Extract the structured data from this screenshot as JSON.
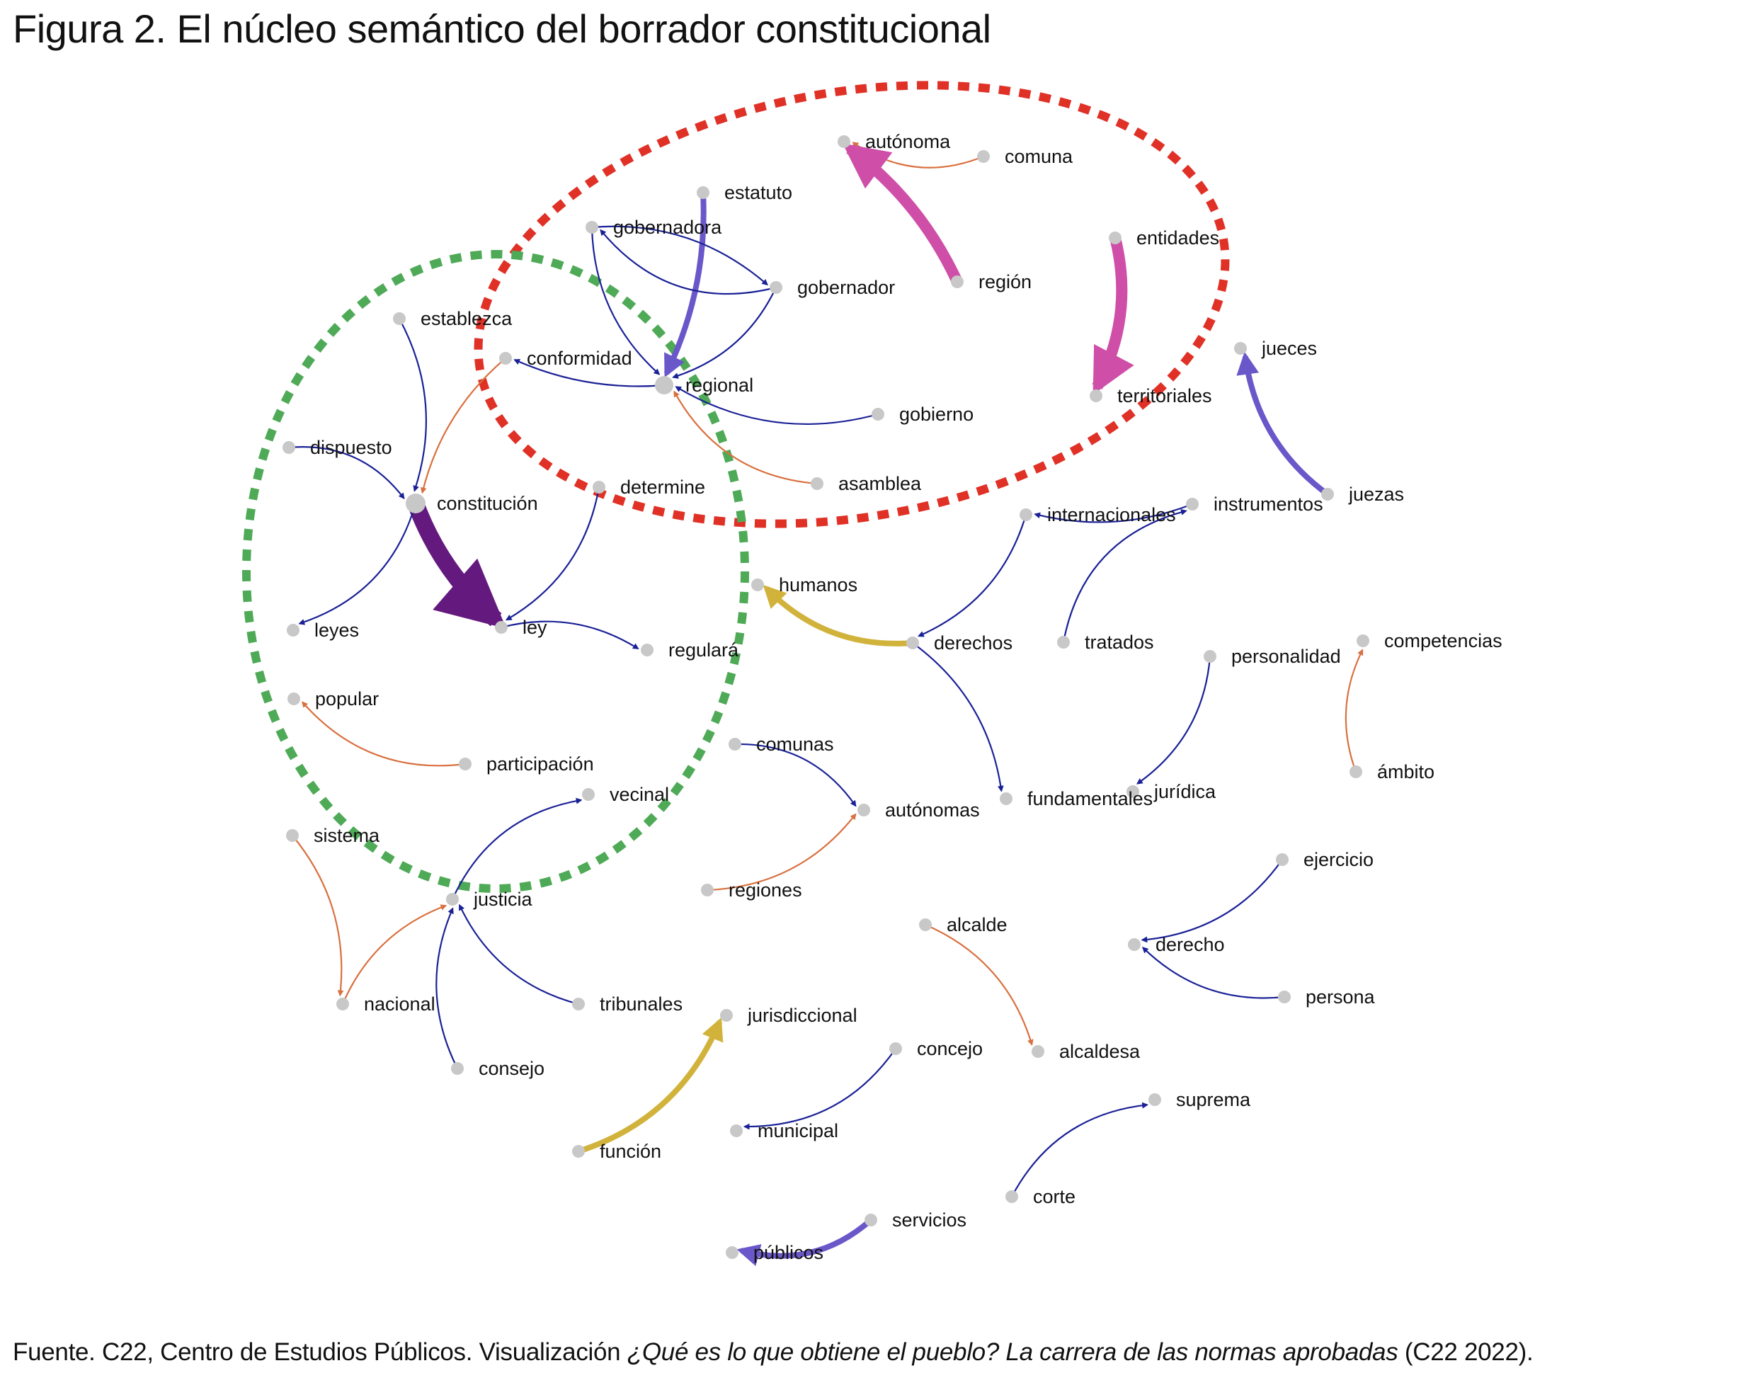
{
  "title": "Figura 2. El núcleo semántico del borrador constitucional",
  "caption": {
    "prefix": "Fuente. C22, Centro de Estudios Públicos. Visualización ",
    "italic": "¿Qué es lo que obtiene el pueblo? La carrera de las normas aprobadas",
    "suffix": " (C22 2022)."
  },
  "colors": {
    "node": "#c8c8c8",
    "navy": "#1a2196",
    "orange": "#d9703f",
    "magenta": "#cf4fa8",
    "purple": "#6a57c9",
    "dark_purple": "#63197e",
    "gold": "#d1b33c",
    "red_cluster": "#e03127",
    "green_cluster": "#4faa57"
  },
  "nodes": [
    {
      "id": "autonoma",
      "label": "autónoma"
    },
    {
      "id": "comuna",
      "label": "comuna"
    },
    {
      "id": "estatuto",
      "label": "estatuto"
    },
    {
      "id": "gobernadora",
      "label": "gobernadora"
    },
    {
      "id": "region",
      "label": "región"
    },
    {
      "id": "entidades",
      "label": "entidades"
    },
    {
      "id": "gobernador",
      "label": "gobernador"
    },
    {
      "id": "establezca",
      "label": "establezca"
    },
    {
      "id": "jueces",
      "label": "jueces"
    },
    {
      "id": "conformidad",
      "label": "conformidad"
    },
    {
      "id": "regional",
      "label": "regional"
    },
    {
      "id": "territoriales",
      "label": "territoriales"
    },
    {
      "id": "gobierno",
      "label": "gobierno"
    },
    {
      "id": "dispuesto",
      "label": "dispuesto"
    },
    {
      "id": "asamblea",
      "label": "asamblea"
    },
    {
      "id": "determine",
      "label": "determine"
    },
    {
      "id": "juezas",
      "label": "juezas"
    },
    {
      "id": "constitucion",
      "label": "constitución"
    },
    {
      "id": "instrumentos",
      "label": "instrumentos"
    },
    {
      "id": "internacionales",
      "label": "internacionales"
    },
    {
      "id": "humanos",
      "label": "humanos"
    },
    {
      "id": "leyes",
      "label": "leyes"
    },
    {
      "id": "ley",
      "label": "ley"
    },
    {
      "id": "derechos",
      "label": "derechos"
    },
    {
      "id": "tratados",
      "label": "tratados"
    },
    {
      "id": "competencias",
      "label": "competencias"
    },
    {
      "id": "regulara",
      "label": "regulará"
    },
    {
      "id": "personalidad",
      "label": "personalidad"
    },
    {
      "id": "popular",
      "label": "popular"
    },
    {
      "id": "comunas",
      "label": "comunas"
    },
    {
      "id": "participacion",
      "label": "participación"
    },
    {
      "id": "ambito",
      "label": "ámbito"
    },
    {
      "id": "juridica",
      "label": "jurídica"
    },
    {
      "id": "vecinal",
      "label": "vecinal"
    },
    {
      "id": "fundamentales",
      "label": "fundamentales"
    },
    {
      "id": "autonomas",
      "label": "autónomas"
    },
    {
      "id": "sistema",
      "label": "sistema"
    },
    {
      "id": "ejercicio",
      "label": "ejercicio"
    },
    {
      "id": "regiones",
      "label": "regiones"
    },
    {
      "id": "justicia",
      "label": "justicia"
    },
    {
      "id": "alcalde",
      "label": "alcalde"
    },
    {
      "id": "derecho",
      "label": "derecho"
    },
    {
      "id": "persona",
      "label": "persona"
    },
    {
      "id": "nacional",
      "label": "nacional"
    },
    {
      "id": "tribunales",
      "label": "tribunales"
    },
    {
      "id": "jurisdiccional",
      "label": "jurisdiccional"
    },
    {
      "id": "concejo",
      "label": "concejo"
    },
    {
      "id": "alcaldesa",
      "label": "alcaldesa"
    },
    {
      "id": "consejo",
      "label": "consejo"
    },
    {
      "id": "suprema",
      "label": "suprema"
    },
    {
      "id": "municipal",
      "label": "municipal"
    },
    {
      "id": "funcion",
      "label": "función"
    },
    {
      "id": "corte",
      "label": "corte"
    },
    {
      "id": "servicios",
      "label": "servicios"
    },
    {
      "id": "publicos",
      "label": "públicos"
    }
  ],
  "edges": [
    {
      "source": "comuna",
      "target": "autonoma",
      "color": "orange",
      "weight": 1
    },
    {
      "source": "region",
      "target": "autonoma",
      "color": "magenta",
      "weight": 4
    },
    {
      "source": "entidades",
      "target": "territoriales",
      "color": "magenta",
      "weight": 4
    },
    {
      "source": "estatuto",
      "target": "regional",
      "color": "purple",
      "weight": 2
    },
    {
      "source": "gobernadora",
      "target": "gobernador",
      "color": "navy",
      "weight": 1
    },
    {
      "source": "gobernador",
      "target": "gobernadora",
      "color": "navy",
      "weight": 1
    },
    {
      "source": "gobernadora",
      "target": "regional",
      "color": "navy",
      "weight": 1
    },
    {
      "source": "gobernador",
      "target": "regional",
      "color": "navy",
      "weight": 1
    },
    {
      "source": "regional",
      "target": "conformidad",
      "color": "navy",
      "weight": 1
    },
    {
      "source": "gobierno",
      "target": "regional",
      "color": "navy",
      "weight": 1
    },
    {
      "source": "asamblea",
      "target": "regional",
      "color": "orange",
      "weight": 1
    },
    {
      "source": "juezas",
      "target": "jueces",
      "color": "purple",
      "weight": 2
    },
    {
      "source": "establezca",
      "target": "constitucion",
      "color": "navy",
      "weight": 1
    },
    {
      "source": "dispuesto",
      "target": "constitucion",
      "color": "navy",
      "weight": 1
    },
    {
      "source": "conformidad",
      "target": "constitucion",
      "color": "orange",
      "weight": 1
    },
    {
      "source": "constitucion",
      "target": "ley",
      "color": "dark_purple",
      "weight": 6
    },
    {
      "source": "constitucion",
      "target": "leyes",
      "color": "navy",
      "weight": 1
    },
    {
      "source": "determine",
      "target": "ley",
      "color": "navy",
      "weight": 1
    },
    {
      "source": "ley",
      "target": "regulara",
      "color": "navy",
      "weight": 1
    },
    {
      "source": "instrumentos",
      "target": "internacionales",
      "color": "navy",
      "weight": 1
    },
    {
      "source": "tratados",
      "target": "instrumentos",
      "color": "navy",
      "weight": 1
    },
    {
      "source": "internacionales",
      "target": "derechos",
      "color": "navy",
      "weight": 1
    },
    {
      "source": "derechos",
      "target": "humanos",
      "color": "gold",
      "weight": 2
    },
    {
      "source": "derechos",
      "target": "fundamentales",
      "color": "navy",
      "weight": 1
    },
    {
      "source": "participacion",
      "target": "popular",
      "color": "orange",
      "weight": 1
    },
    {
      "source": "personalidad",
      "target": "juridica",
      "color": "navy",
      "weight": 1
    },
    {
      "source": "ambito",
      "target": "competencias",
      "color": "orange",
      "weight": 1
    },
    {
      "source": "comunas",
      "target": "autonomas",
      "color": "navy",
      "weight": 1
    },
    {
      "source": "regiones",
      "target": "autonomas",
      "color": "orange",
      "weight": 1
    },
    {
      "source": "justicia",
      "target": "vecinal",
      "color": "navy",
      "weight": 1
    },
    {
      "source": "sistema",
      "target": "nacional",
      "color": "orange",
      "weight": 1
    },
    {
      "source": "nacional",
      "target": "justicia",
      "color": "orange",
      "weight": 1
    },
    {
      "source": "tribunales",
      "target": "justicia",
      "color": "navy",
      "weight": 1
    },
    {
      "source": "consejo",
      "target": "justicia",
      "color": "navy",
      "weight": 1
    },
    {
      "source": "ejercicio",
      "target": "derecho",
      "color": "navy",
      "weight": 1
    },
    {
      "source": "persona",
      "target": "derecho",
      "color": "navy",
      "weight": 1
    },
    {
      "source": "alcalde",
      "target": "alcaldesa",
      "color": "orange",
      "weight": 1
    },
    {
      "source": "funcion",
      "target": "jurisdiccional",
      "color": "gold",
      "weight": 2
    },
    {
      "source": "concejo",
      "target": "municipal",
      "color": "navy",
      "weight": 1
    },
    {
      "source": "corte",
      "target": "suprema",
      "color": "navy",
      "weight": 1
    },
    {
      "source": "servicios",
      "target": "publicos",
      "color": "purple",
      "weight": 2
    }
  ],
  "clusters": [
    {
      "id": "regional-cluster",
      "color": "red_cluster",
      "style": "dotted"
    },
    {
      "id": "constitution-cluster",
      "color": "green_cluster",
      "style": "dotted"
    }
  ]
}
